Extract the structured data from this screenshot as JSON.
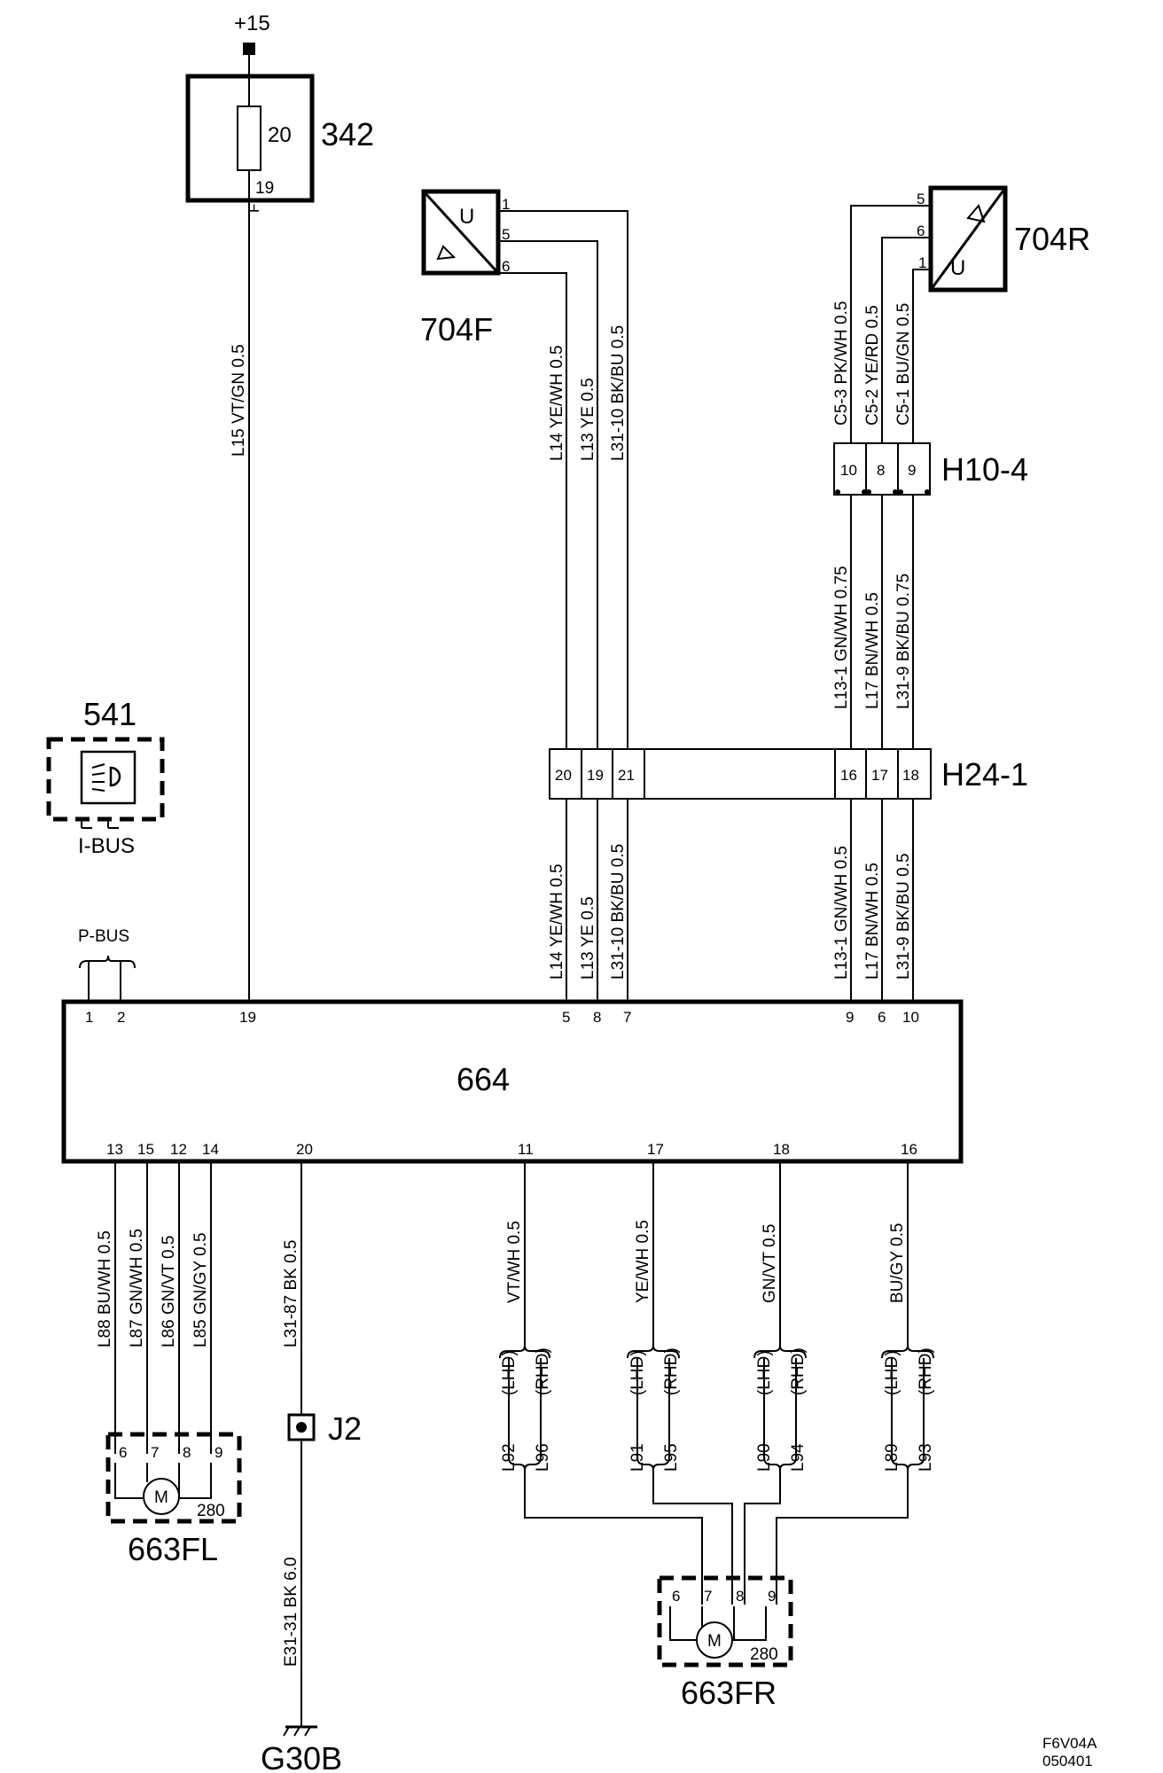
{
  "supply": {
    "label": "+15"
  },
  "fuse_box": {
    "id": "342",
    "fuse": "20",
    "pin": "19",
    "pin_sub": "F"
  },
  "main_unit": {
    "id": "664"
  },
  "sensor_front": {
    "id": "704F",
    "letter": "U",
    "pins": [
      "1",
      "5",
      "6"
    ]
  },
  "sensor_rear": {
    "id": "704R",
    "letter": "U",
    "pins": [
      "5",
      "6",
      "1"
    ]
  },
  "connector_h10": {
    "id": "H10-4",
    "pins": [
      "10",
      "8",
      "9"
    ]
  },
  "connector_h24": {
    "id": "H24-1",
    "pins_left": [
      "20",
      "19",
      "21"
    ],
    "pins_right": [
      "16",
      "17",
      "18"
    ]
  },
  "switch_541": {
    "id": "541",
    "bus": "I-BUS"
  },
  "pbus": {
    "label": "P-BUS"
  },
  "unit_pins_top": [
    "1",
    "2",
    "19",
    "5",
    "8",
    "7",
    "9",
    "6",
    "10"
  ],
  "unit_pins_bottom": [
    "13",
    "15",
    "12",
    "14",
    "20",
    "11",
    "17",
    "18",
    "16"
  ],
  "wires_top": {
    "l15": "L15  VT/GN  0.5",
    "f_l14": "L14  YE/WH  0.5",
    "f_l13": "L13  YE   0.5",
    "f_l31": "L31-10  BK/BU  0.5",
    "r_c53": "C5-3  PK/WH  0.5",
    "r_c52": "C5-2  YE/RD  0.5",
    "r_c51": "C5-1  BU/GN  0.5",
    "m_l131": "L13-1  GN/WH  0.75",
    "m_l17": "L17  BN/WH   0.5",
    "m_l319": "L31-9  BK/BU  0.75",
    "b_l14": "L14  YE/WH  0.5",
    "b_l13": "L13  YE   0.5",
    "b_l31": "L31-10  BK/BU  0.5",
    "b_l131": "L13-1  GN/WH  0.5",
    "b_l17": "L17  BN/WH  0.5",
    "b_l319": "L31-9  BK/BU  0.5"
  },
  "wires_bottom": {
    "l88": "L88  BU/WH   0.5",
    "l87": "L87  GN/WH  0.5",
    "l86": "L86  GN/VT   0.5",
    "l85": "L85  GN/GY   0.5",
    "l3187": "L31-87  BK   0.5",
    "e3131": "E31-31  BK   6.0",
    "c11": "VT/WH   0.5",
    "c17": "YE/WH   0.5",
    "c18": "GN/VT   0.5",
    "c16": "BU/GY   0.5",
    "lhd": "(LHD)",
    "rhd": "(RHD)",
    "l92": "L92",
    "l96": "L96",
    "l91": "L91",
    "l95": "L95",
    "l90": "L90",
    "l94": "L94",
    "l89": "L89",
    "l93": "L93"
  },
  "motor_fl": {
    "id": "663FL",
    "pins": [
      "6",
      "7",
      "8",
      "9"
    ],
    "symbol": "M",
    "num": "280"
  },
  "motor_fr": {
    "id": "663FR",
    "pins": [
      "6",
      "7",
      "8",
      "9"
    ],
    "symbol": "M",
    "num": "280"
  },
  "junction": {
    "id": "J2"
  },
  "ground": {
    "id": "G30B"
  },
  "footer": {
    "line1": "F6V04A",
    "line2": "050401"
  },
  "icons": [
    "headlamp-leveling-icon",
    "ground-icon",
    "motor-icon",
    "sensor-icon"
  ]
}
